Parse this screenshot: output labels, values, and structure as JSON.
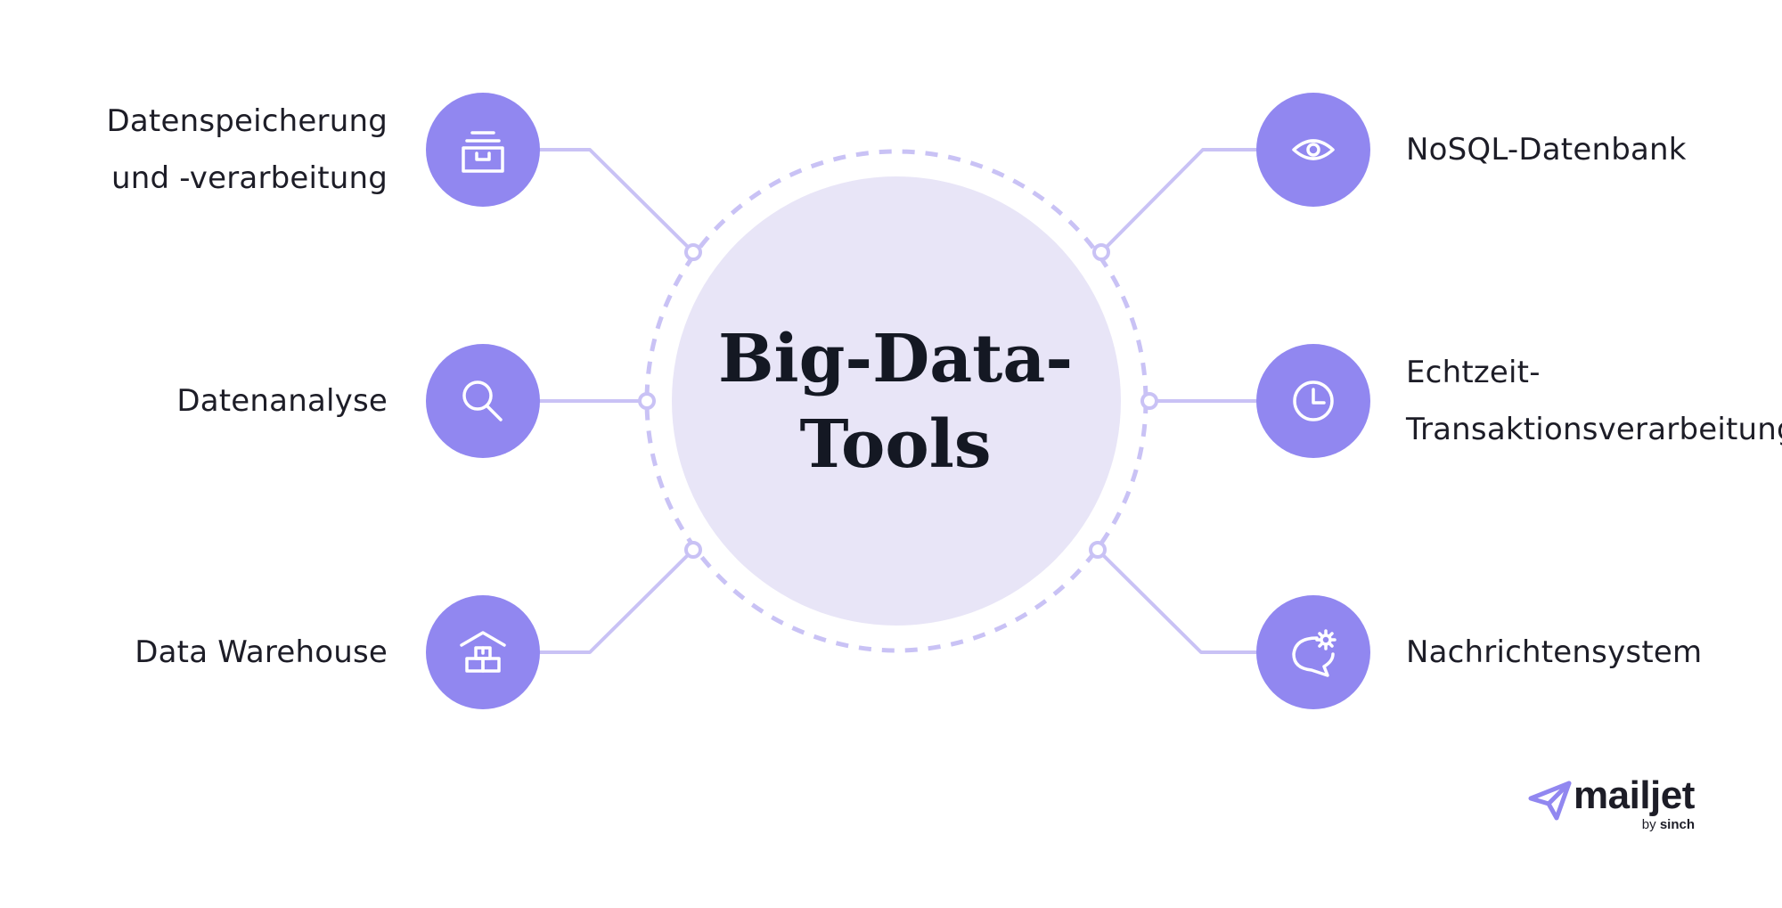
{
  "title": [
    "Big-Data-",
    "Tools"
  ],
  "nodes": {
    "storage": {
      "label": [
        "Datenspeicherung",
        "und -verarbeitung"
      ],
      "icon": "archive-box-icon"
    },
    "analysis": {
      "label": [
        "Datenanalyse"
      ],
      "icon": "search-icon"
    },
    "warehouse": {
      "label": [
        "Data Warehouse"
      ],
      "icon": "warehouse-icon"
    },
    "nosql": {
      "label": [
        "NoSQL-Datenbank"
      ],
      "icon": "eye-icon"
    },
    "realtime": {
      "label": [
        "Echtzeit-",
        "Transaktionsverarbeitung"
      ],
      "icon": "clock-icon"
    },
    "messaging": {
      "label": [
        "Nachrichtensystem"
      ],
      "icon": "chat-gear-icon"
    }
  },
  "logo": {
    "name": "mailjet",
    "by": "by",
    "brand": "sinch"
  },
  "colors": {
    "accent": "#9187f0",
    "connector": "#c9c2f5",
    "center_fill": "#e8e5f7",
    "text": "#1d1d27"
  }
}
